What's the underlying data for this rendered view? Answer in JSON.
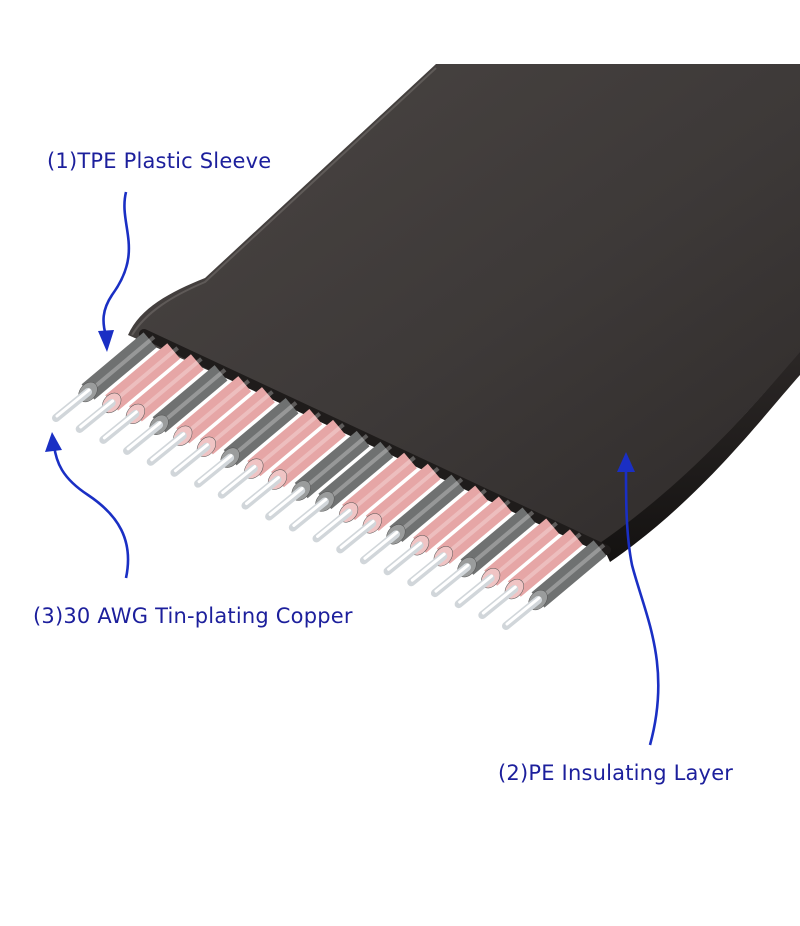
{
  "colors": {
    "label_text": "#1c1f9c",
    "arrow": "#1a2fc4",
    "sleeve_dark": "#3b3736",
    "sleeve_edge": "#1f1c1b",
    "insulator_gray": "#6f7171",
    "insulator_pink": "#e6a6a6",
    "copper_tin": "#eef2f4"
  },
  "callouts": {
    "sleeve": {
      "text": "(1)TPE Plastic Sleeve"
    },
    "insulation": {
      "text": "(2)PE Insulating Layer"
    },
    "conductor": {
      "text": "(3)30 AWG Tin-plating Copper"
    }
  },
  "cable": {
    "conductor_count": 20,
    "insulator_colors": [
      "gray",
      "pink",
      "pink",
      "gray",
      "pink",
      "pink",
      "gray",
      "pink",
      "pink",
      "gray",
      "gray",
      "pink",
      "pink",
      "gray",
      "pink",
      "pink",
      "gray",
      "pink",
      "pink",
      "gray"
    ]
  }
}
